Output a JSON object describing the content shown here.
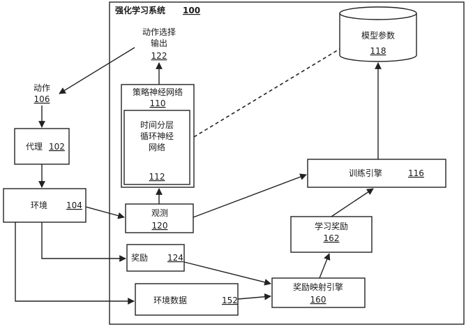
{
  "system": {
    "title": "强化学习系统",
    "number": "100"
  },
  "action_output": {
    "line1": "动作选择",
    "line2": "输出",
    "number": "122"
  },
  "model_params": {
    "label": "模型参数",
    "number": "118"
  },
  "action": {
    "label": "动作",
    "number": "106"
  },
  "policy_network": {
    "label": "策略神经网络",
    "number": "110"
  },
  "temporal_network": {
    "line1": "时间分层",
    "line2": "循环神经",
    "line3": "网络",
    "number": "112"
  },
  "agent": {
    "label": "代理",
    "number": "102"
  },
  "training_engine": {
    "label": "训练引擎",
    "number": "116"
  },
  "environment": {
    "label": "环境",
    "number": "104"
  },
  "observation": {
    "label": "观测",
    "number": "120"
  },
  "learning_reward": {
    "label": "学习奖励",
    "number": "162"
  },
  "reward": {
    "label": "奖励",
    "number": "124"
  },
  "reward_mapping_engine": {
    "label": "奖励映射引擎",
    "number": "160"
  },
  "environment_data": {
    "label": "环境数据",
    "number": "152"
  }
}
